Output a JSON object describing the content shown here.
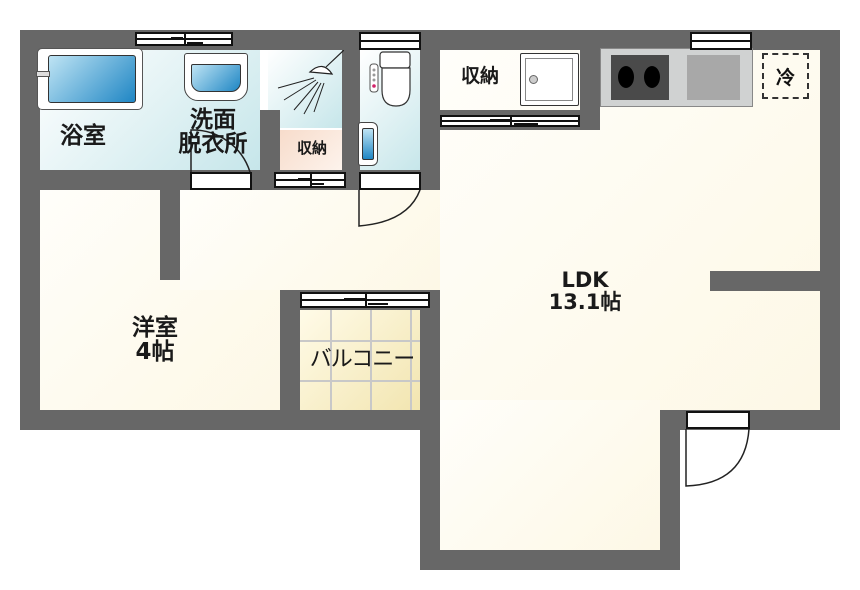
{
  "rooms": {
    "bath": {
      "label": "浴室"
    },
    "washroom": {
      "label_line1": "洗面",
      "label_line2": "脱衣所"
    },
    "storage_small": {
      "label": "収納"
    },
    "storage_kitchen": {
      "label": "収納"
    },
    "western_room": {
      "label_line1": "洋室",
      "label_line2": "4帖"
    },
    "balcony": {
      "label": "バルコニー"
    },
    "ldk": {
      "label_line1": "LDK",
      "label_line2": "13.1帖"
    },
    "fridge": {
      "label": "冷"
    }
  },
  "colors": {
    "wall": "#676767",
    "floor": "#fdf8e6",
    "wet_area": "#c6e6ea",
    "storage": "#f7dccb",
    "stove": "#4a4a4a",
    "sink": "#a8a8a8",
    "counter": "#d0d2d2"
  }
}
